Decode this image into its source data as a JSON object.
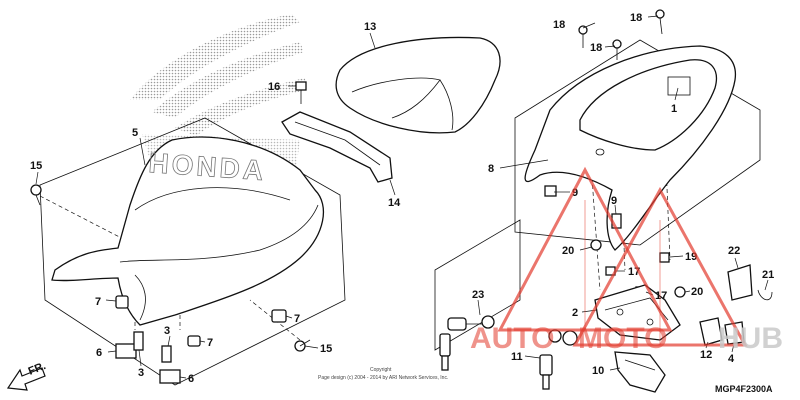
{
  "diagram": {
    "callouts": {
      "c1": "1",
      "c2": "2",
      "c3a": "3",
      "c3b": "3",
      "c4": "4",
      "c5": "5",
      "c6a": "6",
      "c6b": "6",
      "c7a": "7",
      "c7b": "7",
      "c7c": "7",
      "c8": "8",
      "c9a": "9",
      "c9b": "9",
      "c10": "10",
      "c11": "11",
      "c12": "12",
      "c13": "13",
      "c14": "14",
      "c15a": "15",
      "c15b": "15",
      "c16": "16",
      "c17a": "17",
      "c17b": "17",
      "c18a": "18",
      "c18b": "18",
      "c18c": "18",
      "c19": "19",
      "c20a": "20",
      "c20b": "20",
      "c21": "21",
      "c22": "22",
      "c23": "23"
    },
    "front_marker": "FR.",
    "figure_code": "MGP4F2300A",
    "copyright_line1": "Copyright",
    "copyright_line2": "Page design (c) 2004 - 2014 by ARI Network Services, Inc.",
    "watermark_brand": "HONDA",
    "watermark_text_auto": "AUTO",
    "watermark_text_moto": "MOTO",
    "watermark_text_hub": "HUB",
    "colors": {
      "line": "#111111",
      "watermark_red": "#e23b2e",
      "halftone": "#9a9a9a"
    }
  }
}
